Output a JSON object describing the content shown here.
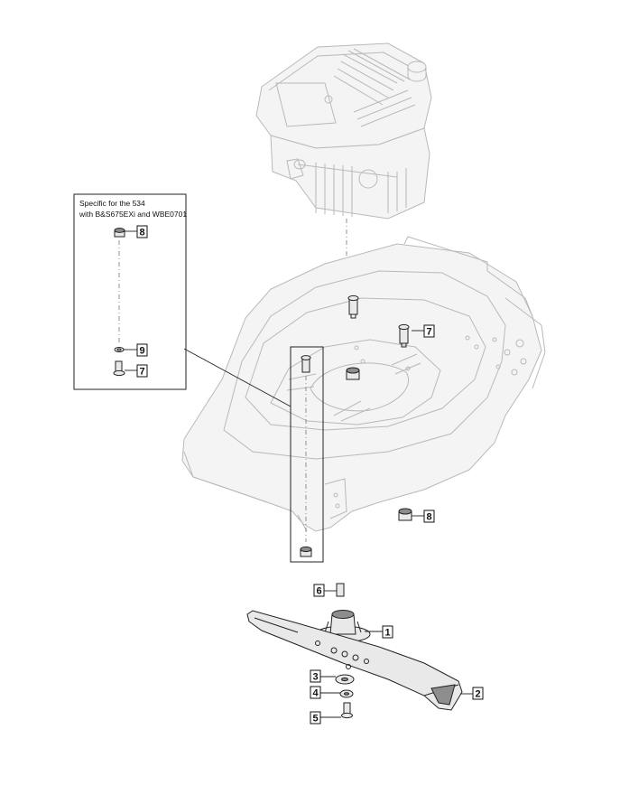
{
  "note": {
    "line1": "Specific for the 534",
    "line2": "with B&S675EXi and WBE0701"
  },
  "callouts": [
    {
      "id": "c1",
      "label": "1"
    },
    {
      "id": "c2",
      "label": "2"
    },
    {
      "id": "c3",
      "label": "3"
    },
    {
      "id": "c4",
      "label": "4"
    },
    {
      "id": "c5",
      "label": "5"
    },
    {
      "id": "c6",
      "label": "6"
    },
    {
      "id": "c7a",
      "label": "7"
    },
    {
      "id": "c7b",
      "label": "7"
    },
    {
      "id": "c8a",
      "label": "8"
    },
    {
      "id": "c8b",
      "label": "8"
    },
    {
      "id": "c9",
      "label": "9"
    }
  ],
  "icons": [
    "engine-icon",
    "mower-deck-icon",
    "blade-icon",
    "bolt-icon",
    "washer-icon",
    "nut-icon",
    "adapter-icon",
    "key-icon"
  ]
}
